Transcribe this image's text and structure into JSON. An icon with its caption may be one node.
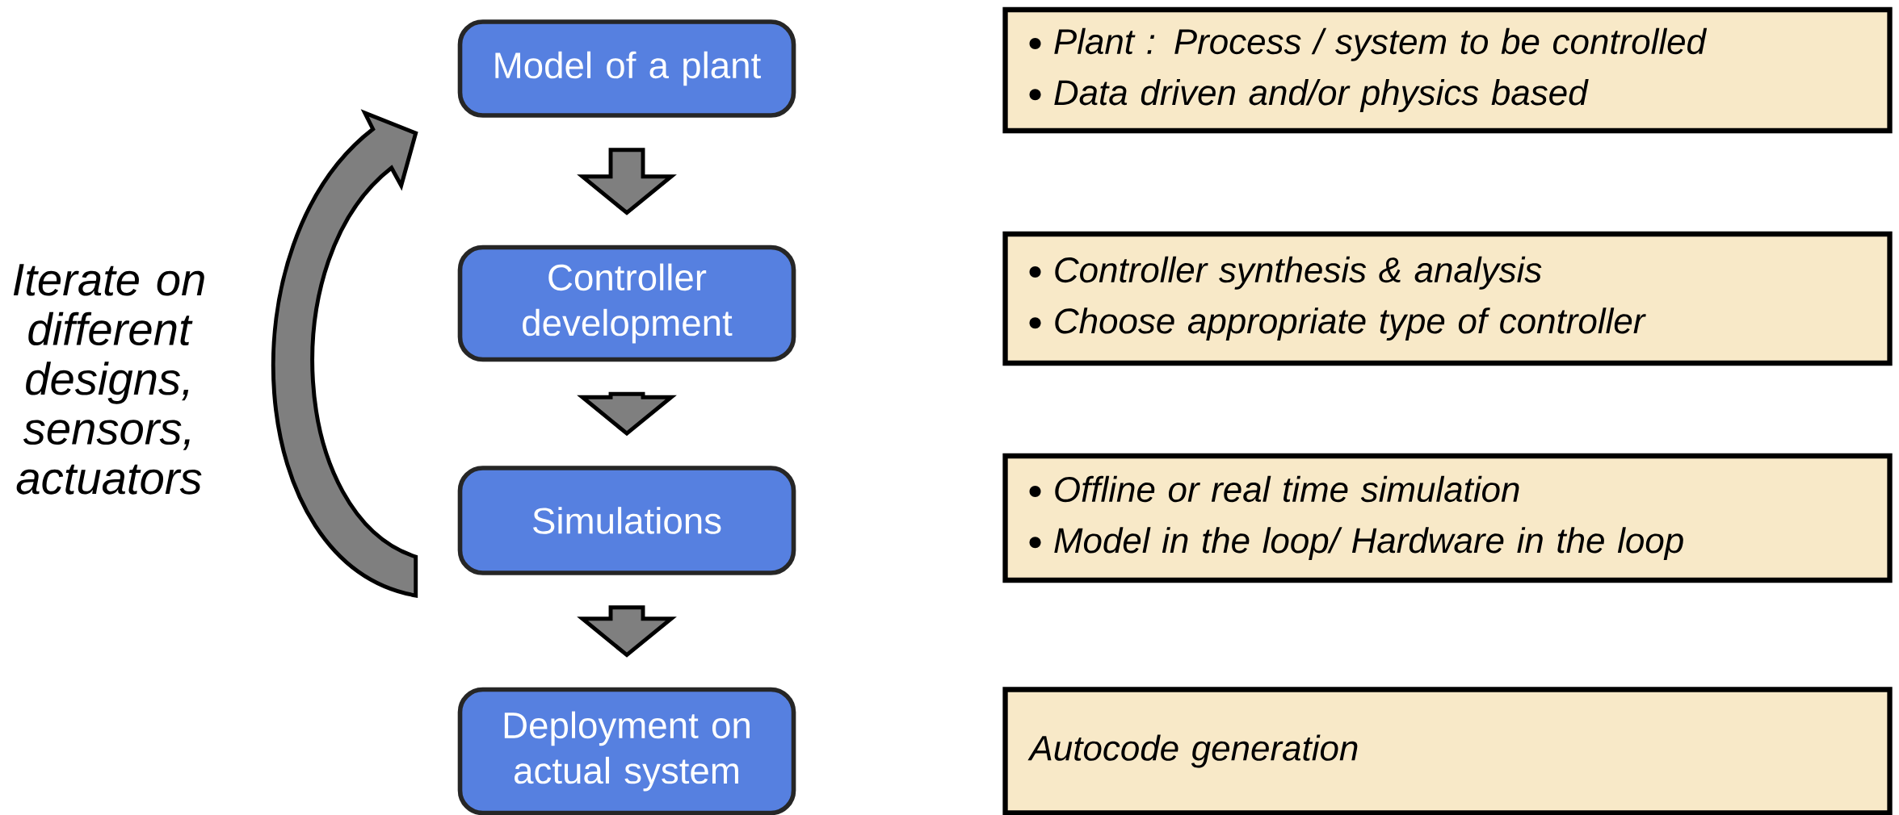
{
  "diagram": {
    "nodes": [
      {
        "text": [
          "Model of a plant"
        ]
      },
      {
        "text": [
          "Controller development"
        ]
      },
      {
        "text": [
          "Simulations"
        ]
      },
      {
        "text": [
          "Deployment on actual system"
        ]
      },
      {
        "text": [
          "Plant : Process / system to be controlled",
          "Data driven and/or physics based"
        ]
      },
      {
        "text": [
          "Controller synthesis & analysis",
          "Choose appropriate type of controller"
        ]
      },
      {
        "text": [
          "Offline or real time simulation",
          "Model in the loop/ Hardware in the loop"
        ]
      },
      {
        "text": [
          "Autocode generation"
        ]
      }
    ],
    "edges": [
      {
        "from": 0,
        "to": 1,
        "arrow": "to"
      },
      {
        "from": 1,
        "to": 2,
        "arrow": "to"
      },
      {
        "from": 2,
        "to": 3,
        "arrow": "to"
      },
      {
        "from": 2,
        "to": 0,
        "arrow": "to"
      }
    ],
    "labels": [
      "Iterate on different designs, sensors, actuators"
    ]
  }
}
